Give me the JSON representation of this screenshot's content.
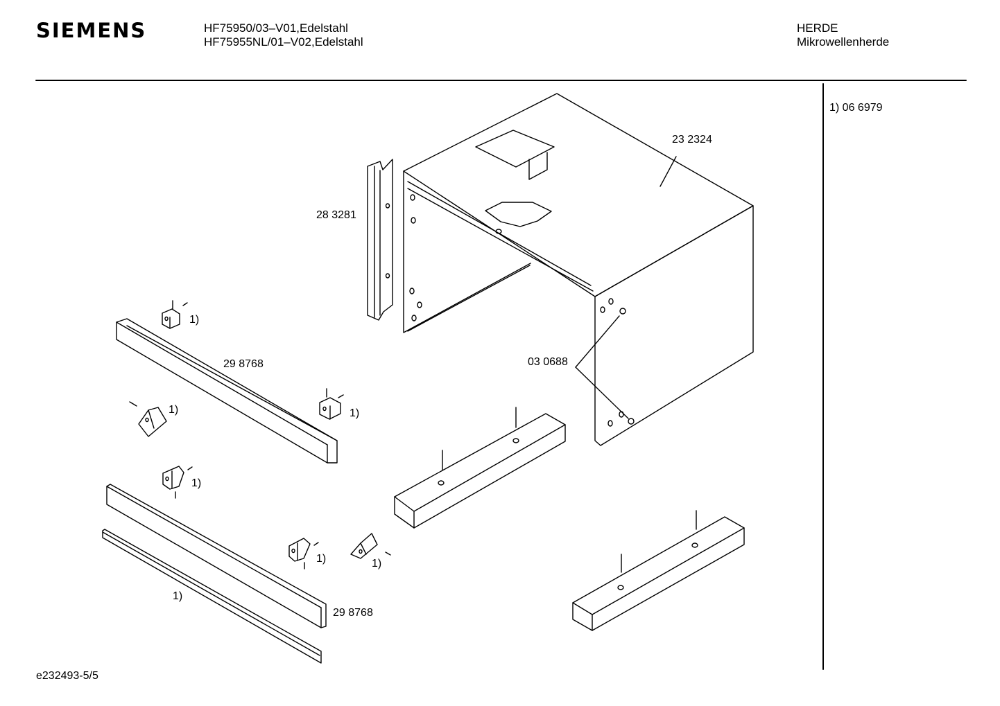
{
  "header": {
    "brand": "SIEMENS",
    "models": [
      "HF75950/03–V01,Edelstahl",
      "HF75955NL/01–V02,Edelstahl"
    ],
    "category": "HERDE",
    "subcategory": "Mikrowellenherde"
  },
  "footnote_list": [
    "1)  06 6979"
  ],
  "part_labels": {
    "housing": "23 2324",
    "side_rail": "28 3281",
    "upper_trim": "29 8768",
    "lower_trim": "29 8768",
    "spacer": "03 0688"
  },
  "footnote_markers": [
    "1)",
    "1)",
    "1)",
    "1)",
    "1)",
    "1)",
    "1)"
  ],
  "footer": {
    "doc_id": "e232493-5/5"
  }
}
